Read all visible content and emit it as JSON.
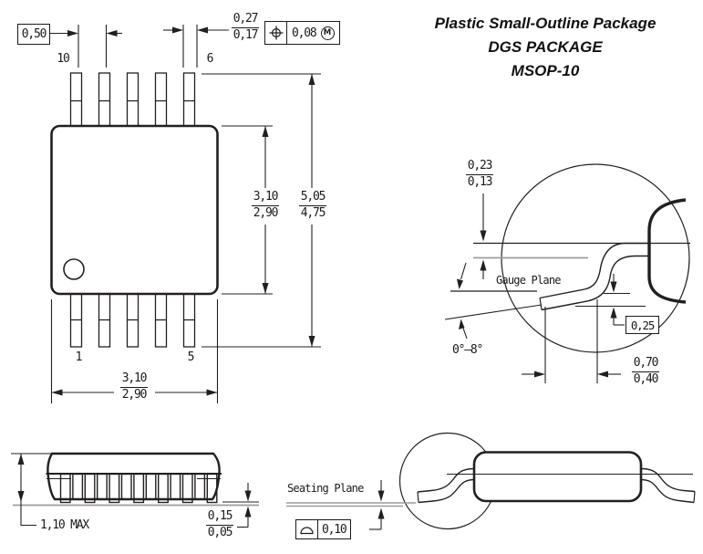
{
  "colors": {
    "ink": "#231f20",
    "gray": "#9c9c9c"
  },
  "title": {
    "line1": "Plastic Small-Outline Package",
    "line2": "DGS PACKAGE",
    "line3": "MSOP-10"
  },
  "top_view": {
    "pitch": "0,50",
    "pin_top_left": "10",
    "pin_top_right": "6",
    "pin_bottom_left": "1",
    "pin_bottom_right": "5",
    "lead_width": {
      "max": "0,27",
      "min": "0,17"
    },
    "true_position": {
      "tolerance": "0,08",
      "modifier": "M"
    },
    "body_length": {
      "max": "3,10",
      "min": "2,90"
    },
    "overall_length": {
      "max": "5,05",
      "min": "4,75"
    },
    "body_width": {
      "max": "3,10",
      "min": "2,90"
    }
  },
  "lead_detail": {
    "lead_thickness": {
      "max": "0,23",
      "min": "0,13"
    },
    "gauge_plane": "Gauge Plane",
    "gauge_offset": "0,25",
    "foot_angle": "0°–8°",
    "foot_length": {
      "max": "0,70",
      "min": "0,40"
    }
  },
  "front_view": {
    "max_height": "1,10 MAX",
    "standoff": {
      "max": "0,15",
      "min": "0,05"
    }
  },
  "side_view": {
    "seating_plane": "Seating Plane",
    "flatness": "0,10"
  }
}
